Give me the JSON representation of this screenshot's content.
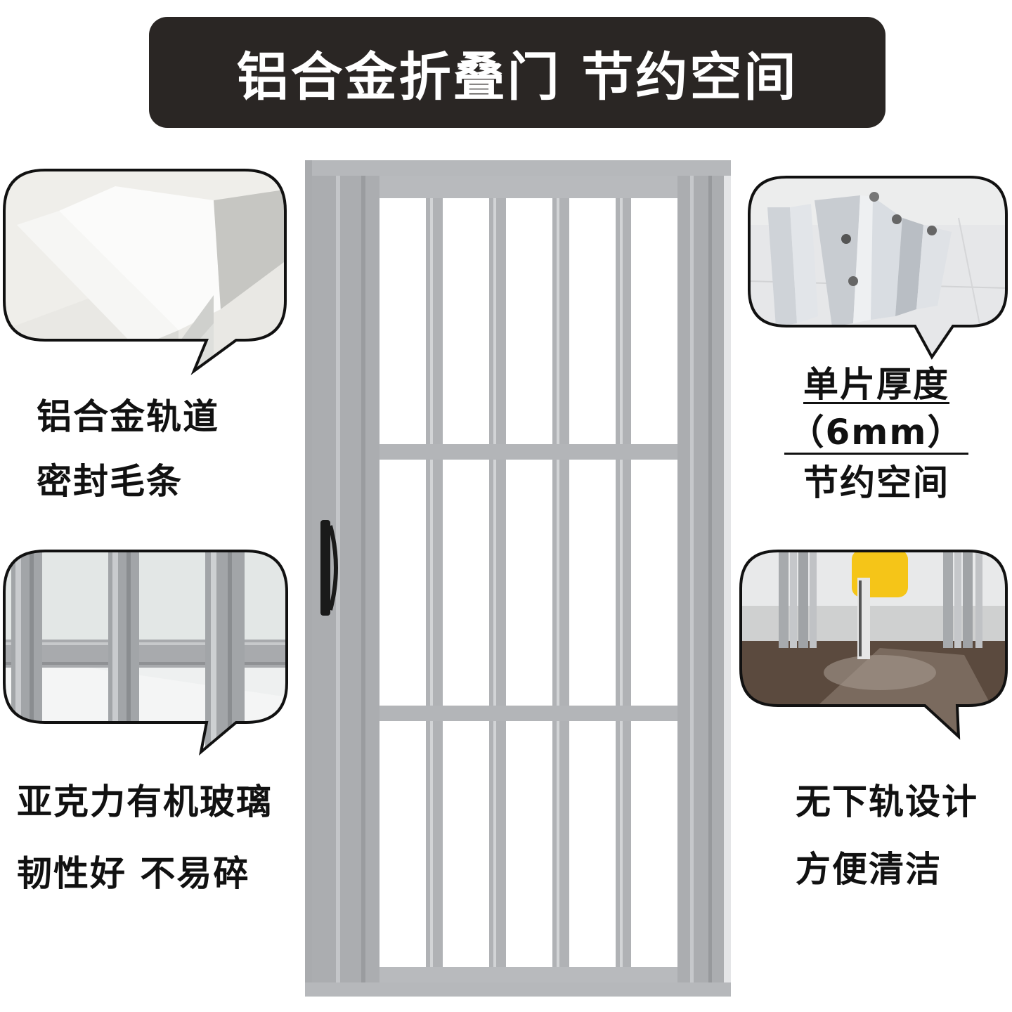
{
  "banner": {
    "title": "铝合金折叠门 节约空间"
  },
  "features": {
    "track": {
      "line1": "铝合金轨道",
      "line2": "密封毛条"
    },
    "thickness": {
      "line1": "单片厚度",
      "line2": "（6mm）",
      "line3": "节约空间"
    },
    "acrylic": {
      "line1": "亚克力有机玻璃",
      "line2": "韧性好 不易碎"
    },
    "no_bottom_track": {
      "line1": "无下轨设计",
      "line2": "方便清洁"
    }
  },
  "colors": {
    "banner_bg": "#2a2624",
    "door_frame": "#b4b6b9",
    "door_panel": "#a9abae",
    "handle": "#1a1a1a"
  },
  "icons": {
    "handle": "door-handle-icon"
  }
}
